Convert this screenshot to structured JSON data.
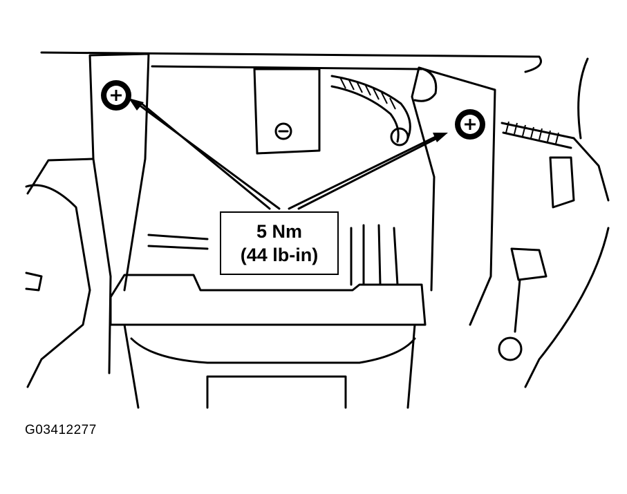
{
  "callout": {
    "torque_nm": "5 Nm",
    "torque_lbin": "(44 lb-in)"
  },
  "figure_id": "G03412277"
}
